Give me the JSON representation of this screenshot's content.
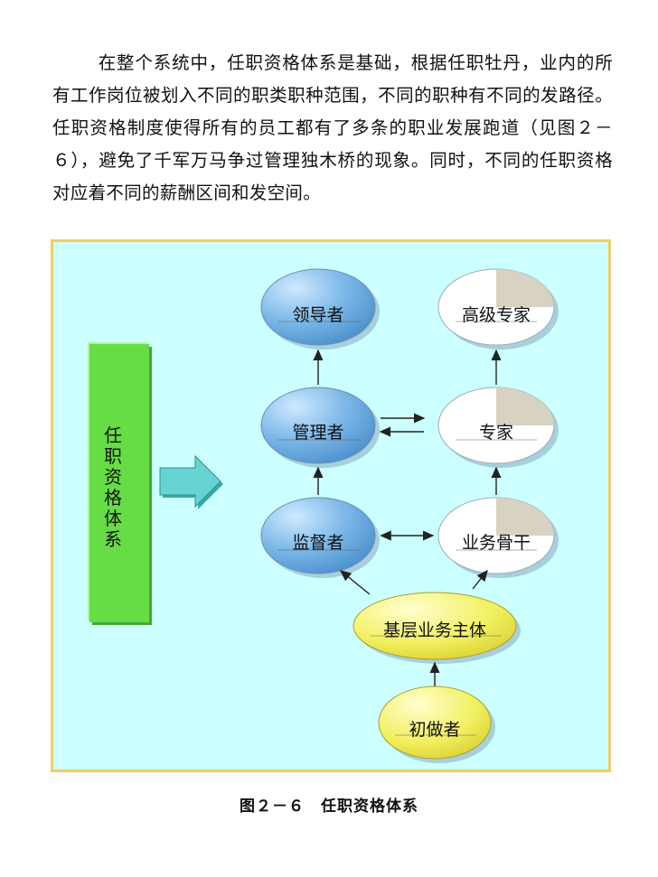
{
  "paragraph": "在整个系统中，任职资格体系是基础，根据任职牡丹，业内的所有工作岗位被划入不同的职类职种范围，不同的职种有不同的发路径。任职资格制度使得所有的员工都有了多条的职业发展跑道（见图２－６），避免了千军万马争过管理独木桥的现象。同时，不同的任职资格对应着不同的薪酬区间和发空间。",
  "figure": {
    "system_label": "任职资格体系",
    "nodes": {
      "leader": "领导者",
      "senior_expert": "高级专家",
      "manager": "管理者",
      "expert": "专家",
      "supervisor": "监督者",
      "backbone": "业务骨干",
      "base_staff": "基层业务主体",
      "beginner": "初做者"
    },
    "colors": {
      "background": "#ccffff",
      "border": "#f2cc66",
      "system_bar": "#66dd44",
      "management_node": "#6aaee0",
      "expert_node": "#ffffff",
      "base_node": "#eeee55",
      "arrow": "#5cc0c0"
    }
  },
  "caption": "图２－６　任职资格体系"
}
